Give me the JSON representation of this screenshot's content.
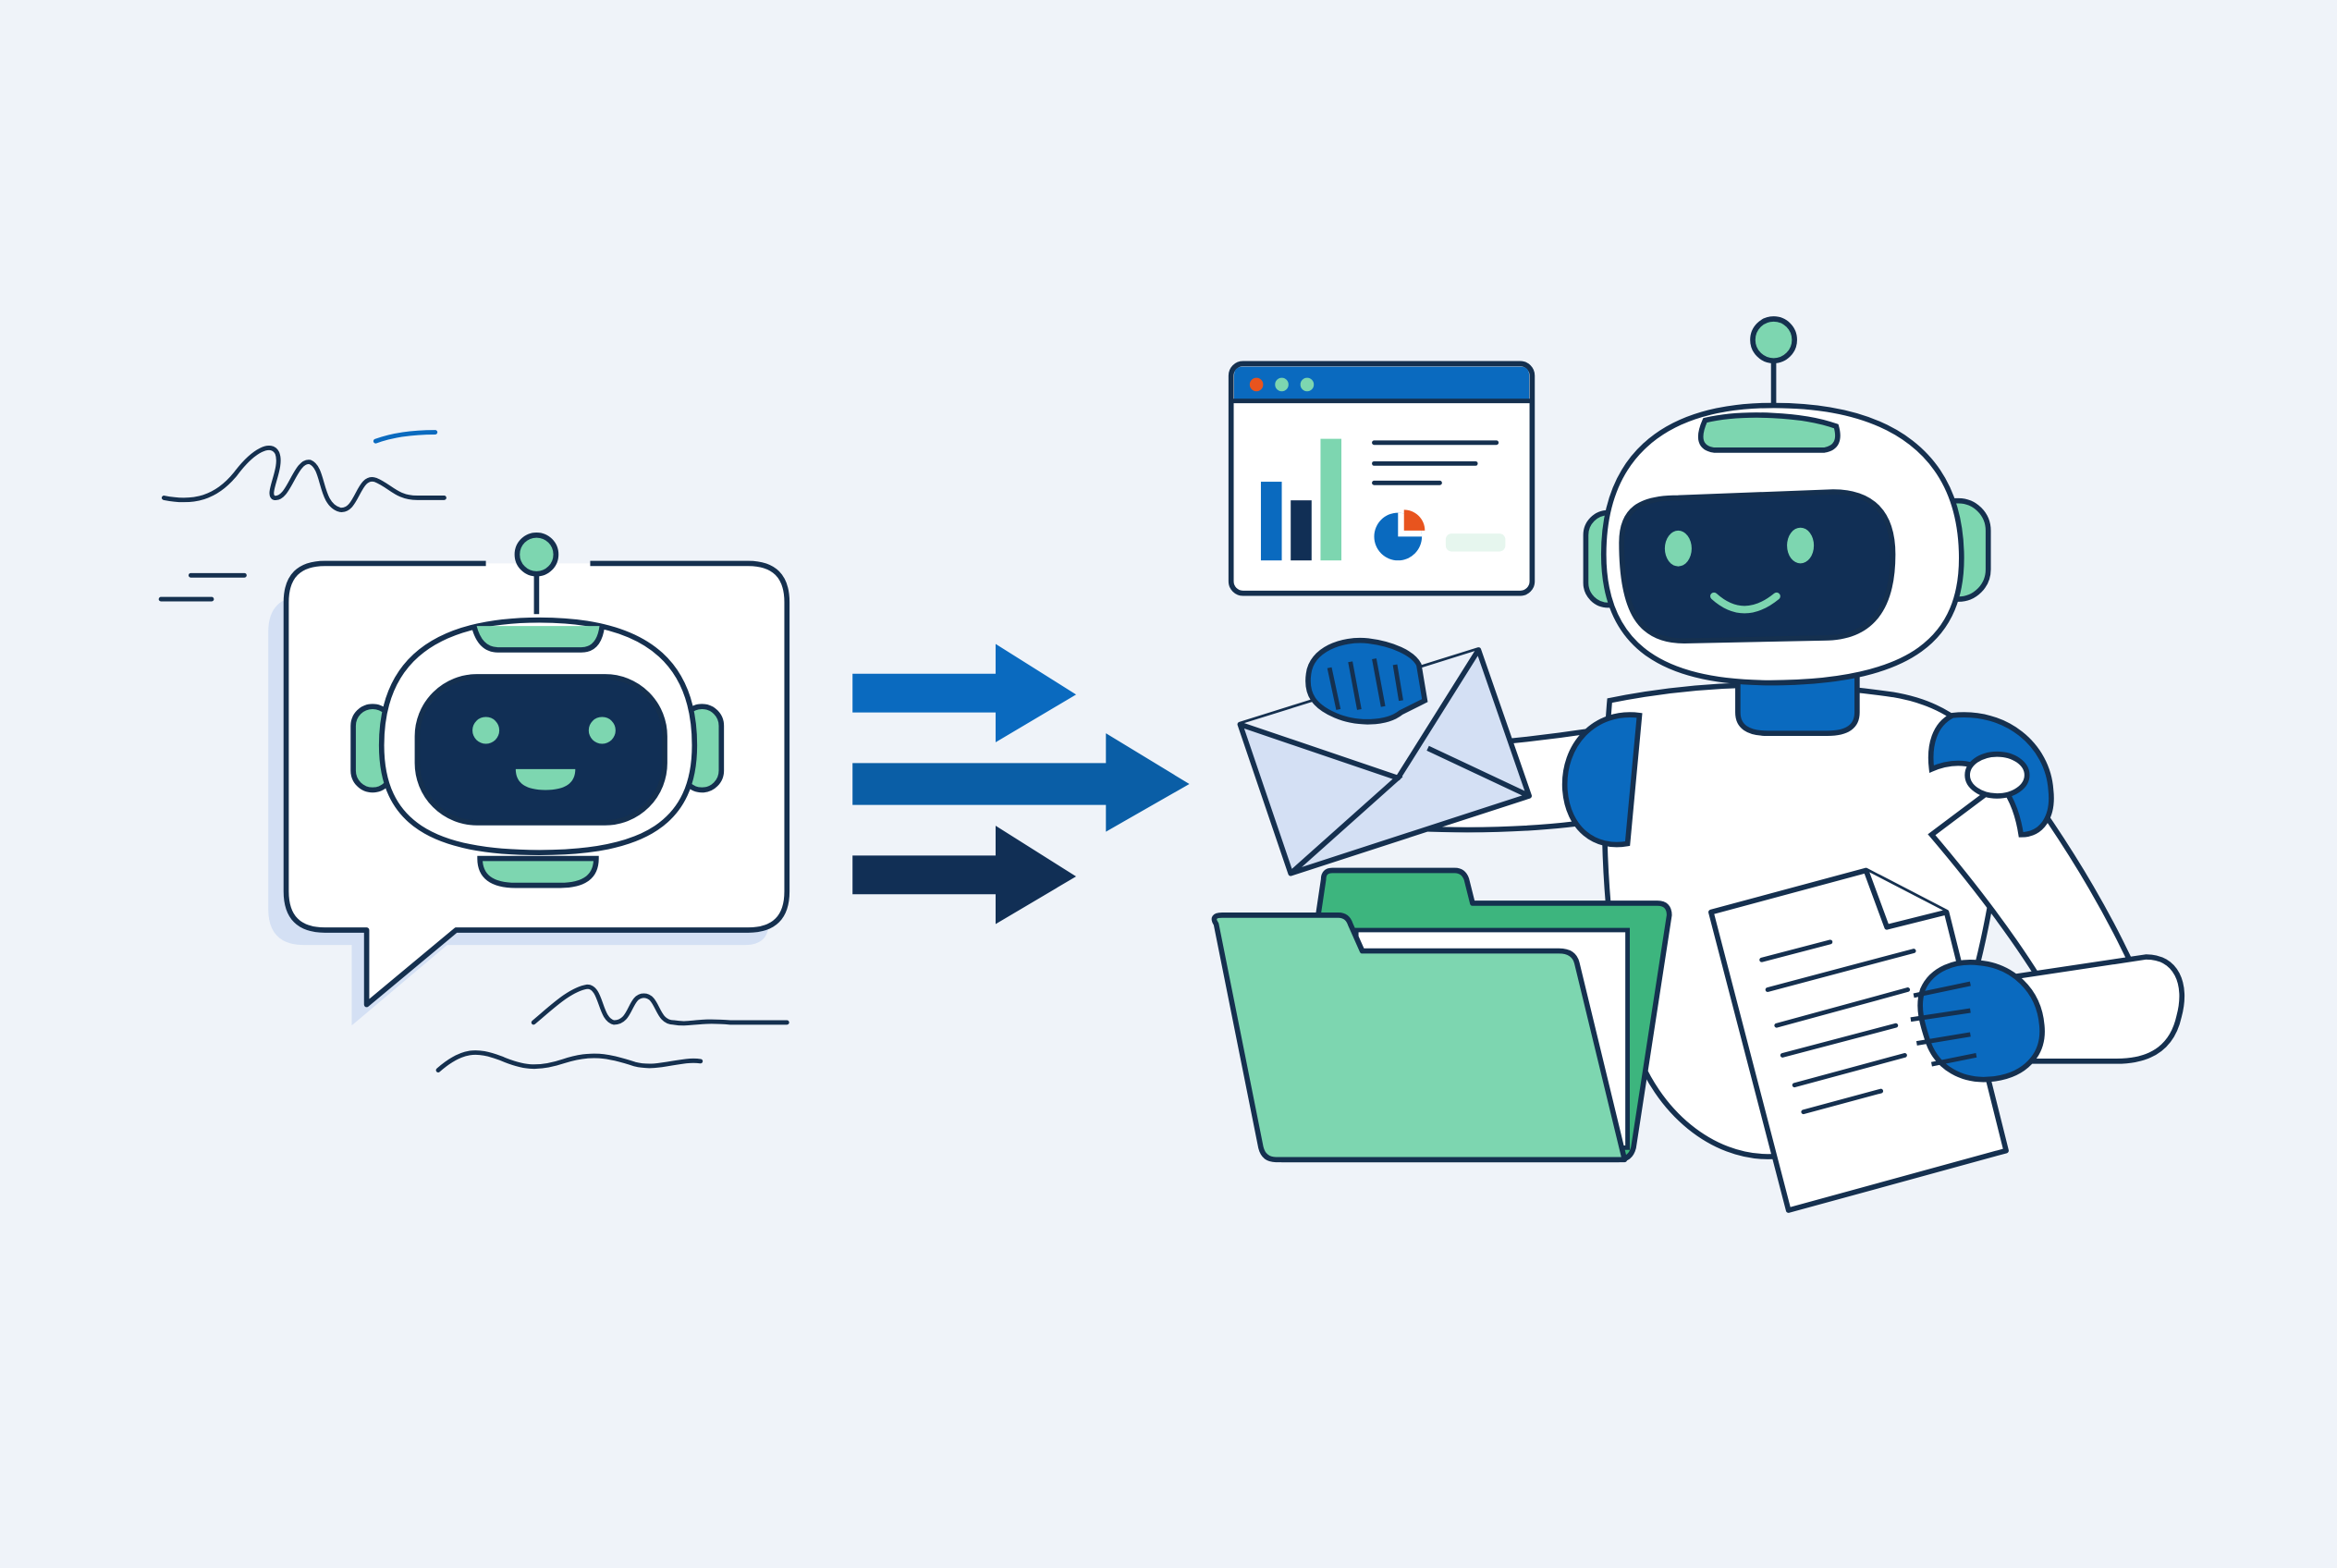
{
  "colors": {
    "background": "#eff3f9",
    "outline": "#15304f",
    "navy": "#112f55",
    "blue": "#0a6abf",
    "mid_blue": "#0a5ea6",
    "green": "#7dd6b0",
    "dark_green": "#3db57e",
    "light_blue": "#d4e0f4",
    "orange": "#e8541e",
    "white": "#ffffff"
  },
  "icons": {
    "chatbot_bubble": "chatbot-speech-bubble-icon",
    "arrows": "triple-arrow-right-icon",
    "dashboard": "dashboard-window-icon",
    "envelope": "envelope-icon",
    "folder": "folder-icon",
    "document": "document-icon",
    "assistant_robot": "robot-assistant-icon"
  },
  "dashboard": {
    "bar_levels": [
      0.55,
      0.42,
      0.85
    ]
  }
}
